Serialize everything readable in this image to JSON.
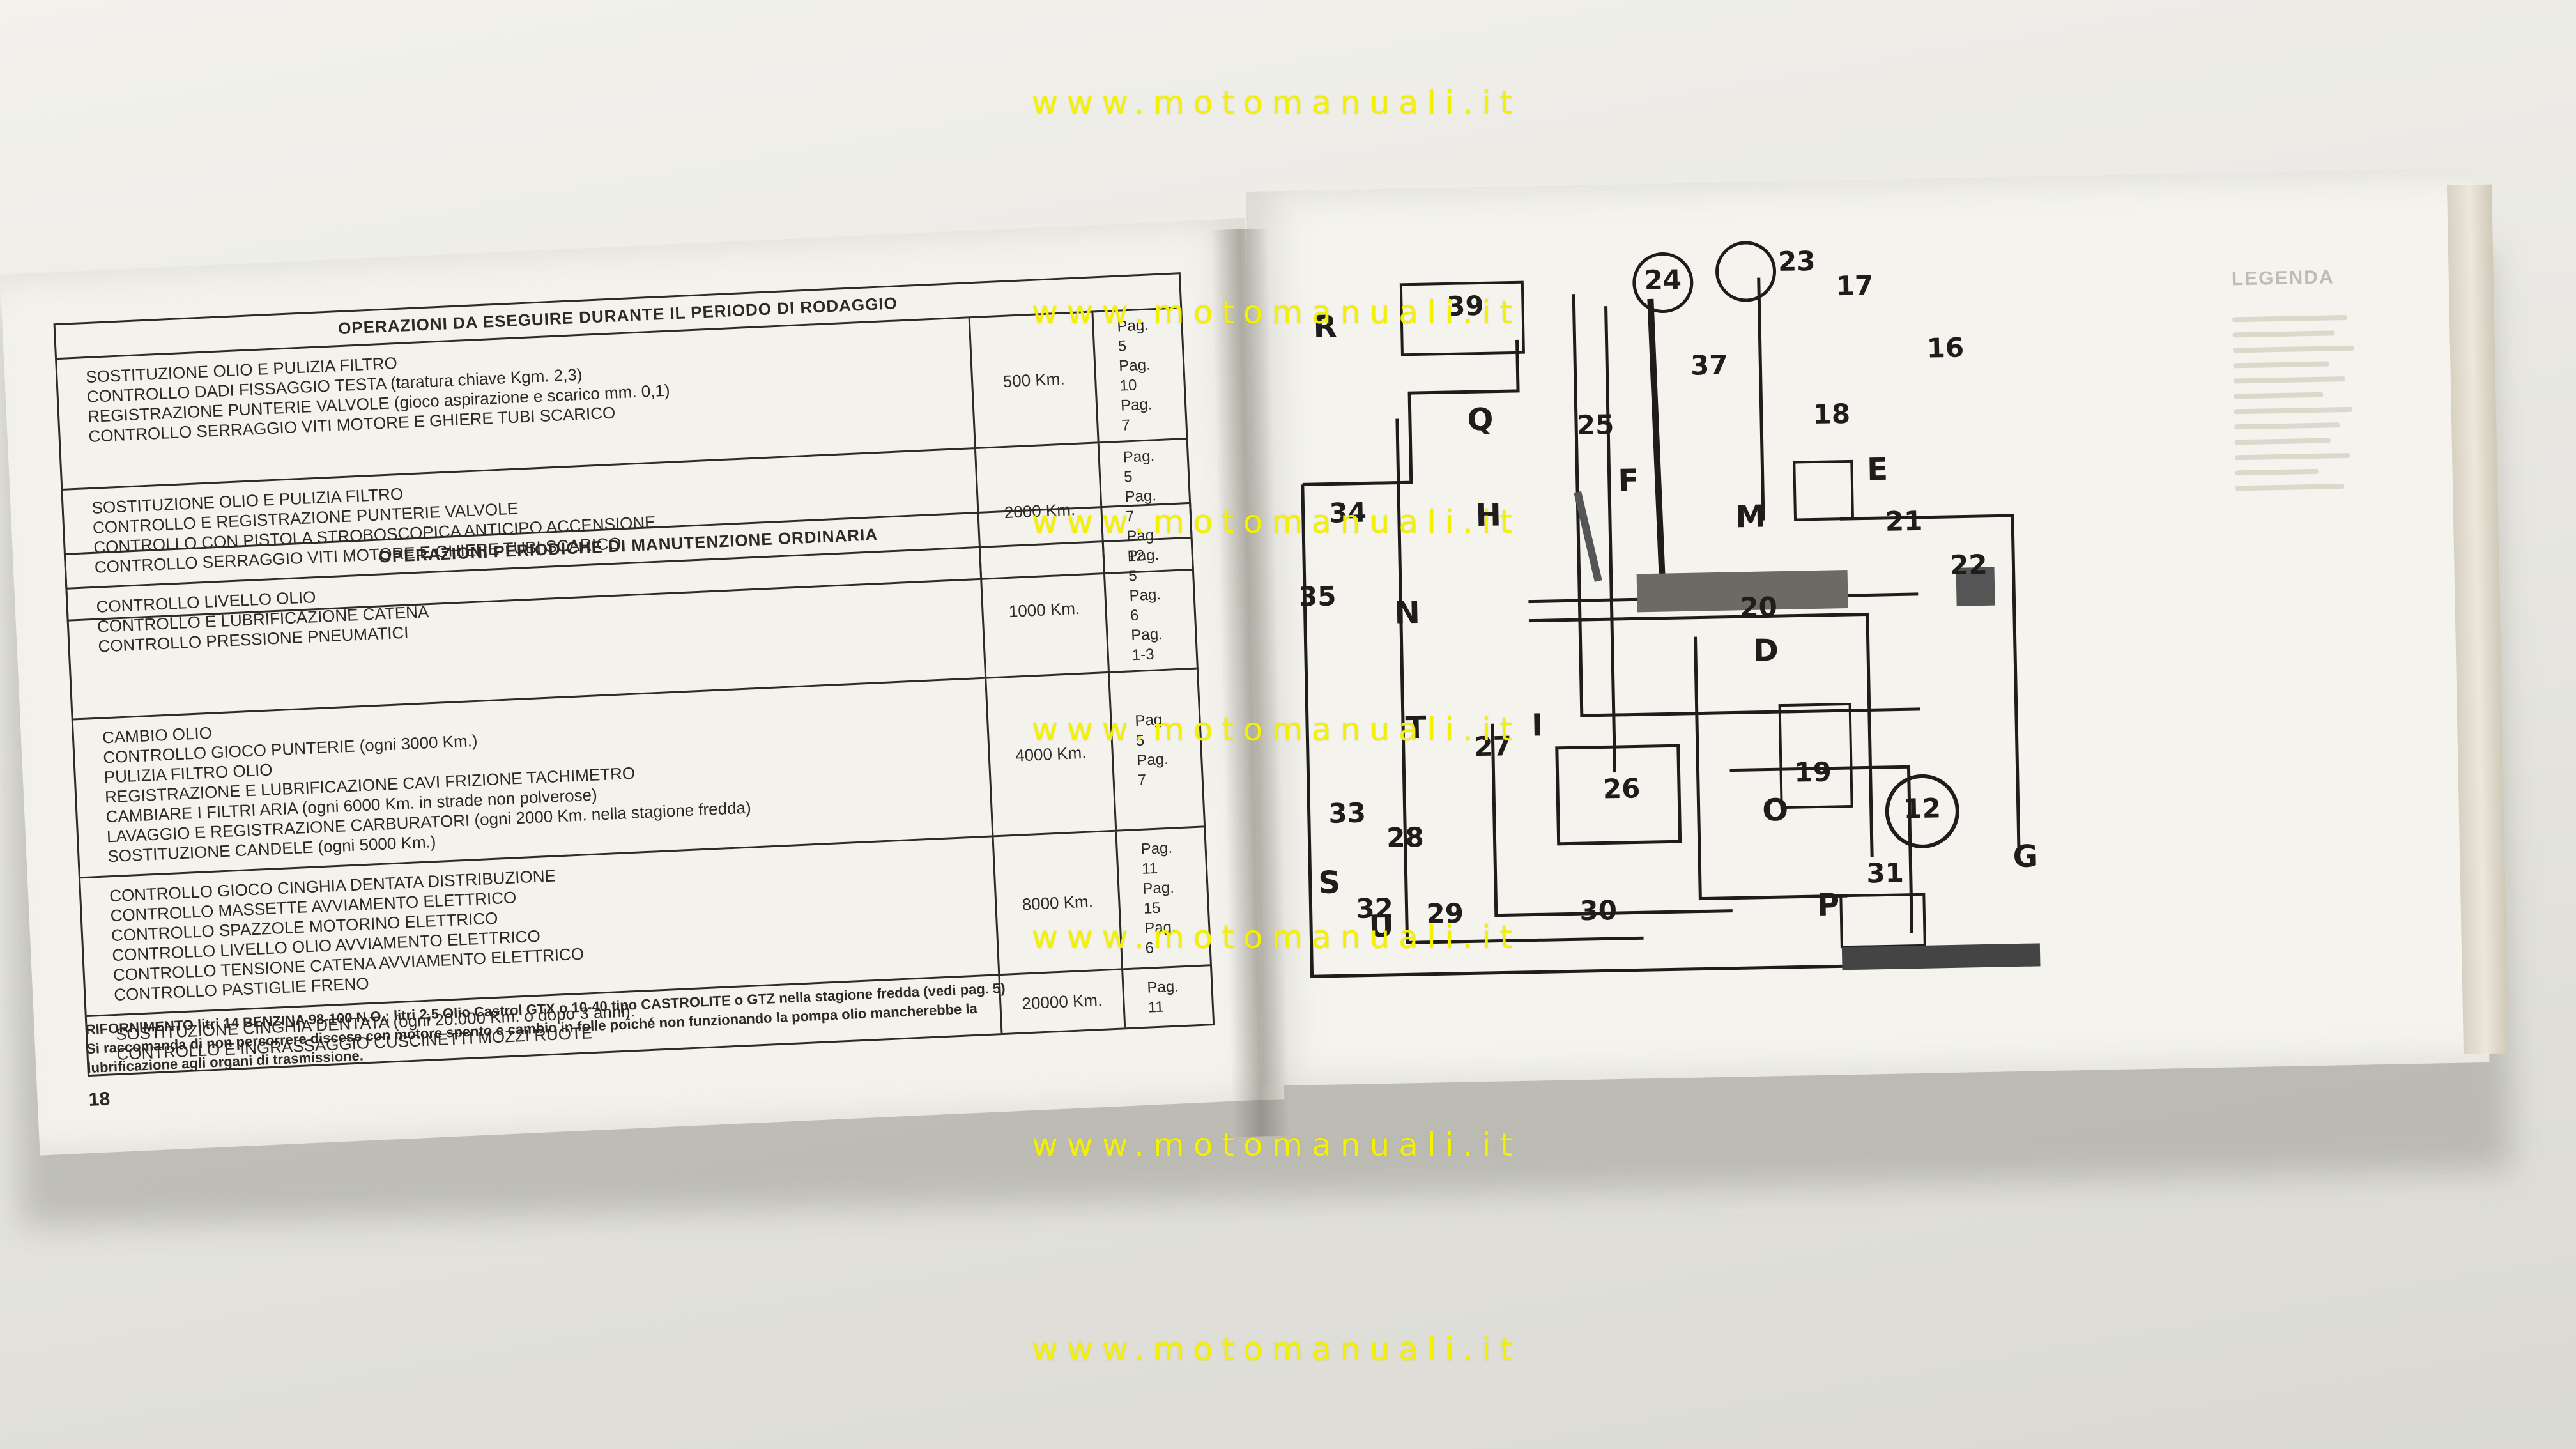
{
  "left_page": {
    "rodaggio": {
      "title": "OPERAZIONI DA ESEGUIRE DURANTE IL PERIODO DI RODAGGIO",
      "rows": [
        {
          "ops": [
            "SOSTITUZIONE OLIO E PULIZIA FILTRO",
            "CONTROLLO DADI FISSAGGIO TESTA (taratura chiave Kgm. 2,3)",
            "REGISTRAZIONE PUNTERIE VALVOLE (gioco aspirazione e scarico mm. 0,1)",
            "CONTROLLO SERRAGGIO VITI MOTORE E GHIERE TUBI SCARICO"
          ],
          "km": "500 Km.",
          "pag": [
            "Pag. 5",
            "Pag. 10",
            "Pag. 7"
          ]
        },
        {
          "ops": [
            "SOSTITUZIONE OLIO E PULIZIA FILTRO",
            "CONTROLLO E REGISTRAZIONE PUNTERIE VALVOLE",
            "CONTROLLO CON PISTOLA STROBOSCOPICA ANTICIPO ACCENSIONE",
            "CONTROLLO SERRAGGIO VITI MOTORE E GHIERE TUBI SCARICO"
          ],
          "km": "2000 Km.",
          "pag": [
            "Pag. 5",
            "Pag. 7",
            "Pag. 12"
          ]
        }
      ]
    },
    "periodiche": {
      "title": "OPERAZIONI PERIODICHE DI MANUTENZIONE ORDINARIA",
      "rows": [
        {
          "ops": [
            "CONTROLLO LIVELLO OLIO",
            "CONTROLLO E LUBRIFICAZIONE CATENA",
            "CONTROLLO PRESSIONE PNEUMATICI"
          ],
          "km": "1000 Km.",
          "pag": [
            "Pag. 5",
            "Pag. 6",
            "Pag. 1-3"
          ]
        },
        {
          "ops": [
            "CAMBIO OLIO",
            "CONTROLLO GIOCO PUNTERIE (ogni 3000 Km.)",
            "PULIZIA FILTRO OLIO",
            "REGISTRAZIONE E LUBRIFICAZIONE CAVI FRIZIONE TACHIMETRO",
            "CAMBIARE I FILTRI ARIA (ogni 6000 Km. in strade non polverose)",
            "LAVAGGIO E REGISTRAZIONE CARBURATORI (ogni 2000 Km. nella stagione fredda)",
            "SOSTITUZIONE CANDELE (ogni 5000 Km.)"
          ],
          "km": "4000 Km.",
          "pag": [
            "Pag. 5",
            "Pag. 7"
          ]
        },
        {
          "ops": [
            "CONTROLLO GIOCO CINGHIA DENTATA DISTRIBUZIONE",
            "CONTROLLO MASSETTE AVVIAMENTO ELETTRICO",
            "CONTROLLO SPAZZOLE MOTORINO ELETTRICO",
            "CONTROLLO LIVELLO OLIO AVVIAMENTO ELETTRICO",
            "CONTROLLO TENSIONE CATENA AVVIAMENTO ELETTRICO",
            "CONTROLLO PASTIGLIE FRENO"
          ],
          "km": "8000 Km.",
          "pag": [
            "Pag. 11",
            "Pag. 15",
            "Pag. 6"
          ]
        },
        {
          "ops": [
            "SOSTITUZIONE CINGHIA DENTATA (ogni 20.000 Km. o dopo 3 anni).",
            "CONTROLLO E INGRASSAGGIO CUSCINETTI MOZZI RUOTE"
          ],
          "km": "20000 Km.",
          "pag": [
            "Pag. 11"
          ]
        }
      ]
    },
    "refuel_lines": [
      "RIFORNIMENTO litri 14 BENZINA 98-100 N.O.; litri 2,5 Olio Castrol GTX o 10-40 tipo CASTROLITE o GTZ nella stagione fredda (vedi pag. 5)",
      "Si raccomanda di non percorrere discese con motore spento e cambio in folle poiché non funzionando la pompa olio mancherebbe la",
      "lubrificazione agli organi di trasmissione."
    ],
    "page_number": "18"
  },
  "right_page": {
    "legend_title": "LEGENDA",
    "diagram_labels": {
      "letters": [
        "R",
        "Q",
        "H",
        "F",
        "M",
        "E",
        "N",
        "D",
        "T",
        "I",
        "O",
        "S",
        "U",
        "P",
        "G"
      ],
      "numbers": [
        "39",
        "24",
        "37",
        "23",
        "17",
        "16",
        "25",
        "18",
        "21",
        "22",
        "34",
        "35",
        "20",
        "26",
        "27",
        "19",
        "12",
        "33",
        "28",
        "32",
        "29",
        "30",
        "31"
      ]
    }
  },
  "watermark": "www.motomanuali.it"
}
